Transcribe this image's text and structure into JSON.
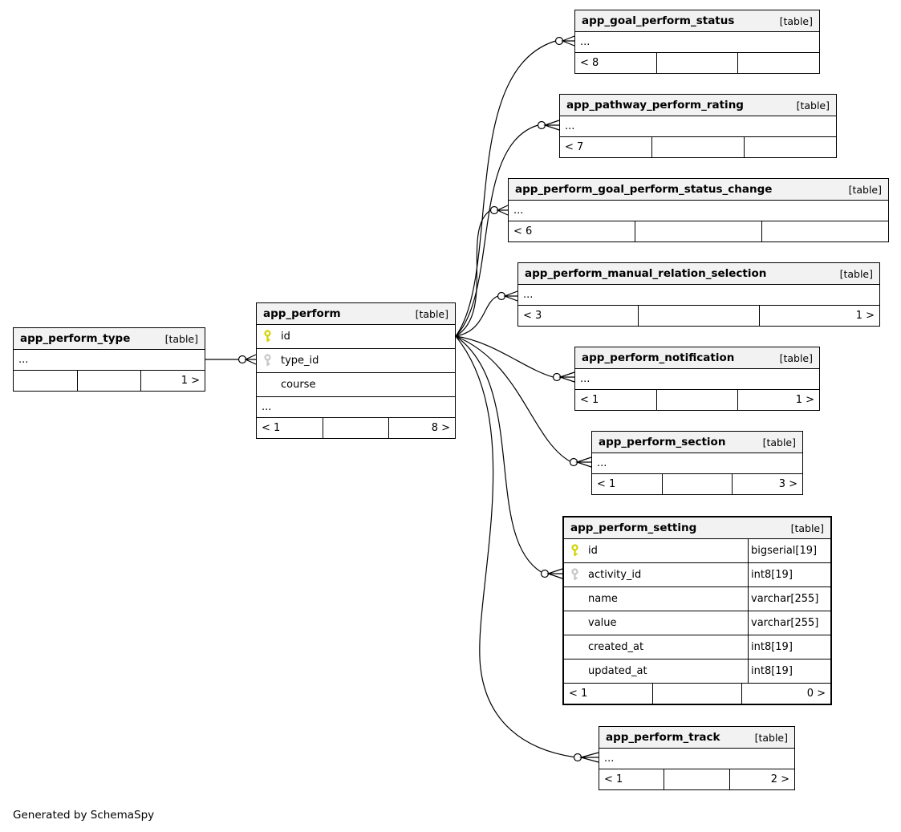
{
  "footer_note": "Generated by SchemaSpy",
  "colors": {
    "header_bg": "#f2f2f2",
    "border": "#000000",
    "line": "#000000",
    "primary_key": "#d2d200",
    "foreign_key": "#c6c6c6"
  },
  "tables": [
    {
      "name": "app_perform_type",
      "tag": "[table]",
      "dots": "...",
      "footer": {
        "left": "",
        "right": "1 >"
      }
    },
    {
      "name": "app_perform",
      "tag": "[table]",
      "dots": "...",
      "rows": [
        {
          "icon": "primary-key",
          "label": "id"
        },
        {
          "icon": "foreign-key",
          "label": "type_id"
        },
        {
          "icon": "",
          "label": "course"
        }
      ],
      "footer": {
        "left": "< 1",
        "right": "8 >"
      }
    },
    {
      "name": "app_goal_perform_status",
      "tag": "[table]",
      "dots": "...",
      "footer": {
        "left": "< 8",
        "right": ""
      }
    },
    {
      "name": "app_pathway_perform_rating",
      "tag": "[table]",
      "dots": "...",
      "footer": {
        "left": "< 7",
        "right": ""
      }
    },
    {
      "name": "app_perform_goal_perform_status_change",
      "tag": "[table]",
      "dots": "...",
      "footer": {
        "left": "< 6",
        "right": ""
      }
    },
    {
      "name": "app_perform_manual_relation_selection",
      "tag": "[table]",
      "dots": "...",
      "footer": {
        "left": "< 3",
        "right": "1 >"
      }
    },
    {
      "name": "app_perform_notification",
      "tag": "[table]",
      "dots": "...",
      "footer": {
        "left": "< 1",
        "right": "1 >"
      }
    },
    {
      "name": "app_perform_section",
      "tag": "[table]",
      "dots": "...",
      "footer": {
        "left": "< 1",
        "right": "3 >"
      }
    },
    {
      "name": "app_perform_setting",
      "tag": "[table]",
      "rows": [
        {
          "icon": "primary-key",
          "label": "id",
          "type": "bigserial[19]"
        },
        {
          "icon": "foreign-key",
          "label": "activity_id",
          "type": "int8[19]"
        },
        {
          "icon": "",
          "label": "name",
          "type": "varchar[255]"
        },
        {
          "icon": "",
          "label": "value",
          "type": "varchar[255]"
        },
        {
          "icon": "",
          "label": "created_at",
          "type": "int8[19]"
        },
        {
          "icon": "",
          "label": "updated_at",
          "type": "int8[19]"
        }
      ],
      "footer": {
        "left": "< 1",
        "right": "0 >"
      }
    },
    {
      "name": "app_perform_track",
      "tag": "[table]",
      "dots": "...",
      "footer": {
        "left": "< 1",
        "right": "2 >"
      }
    }
  ]
}
